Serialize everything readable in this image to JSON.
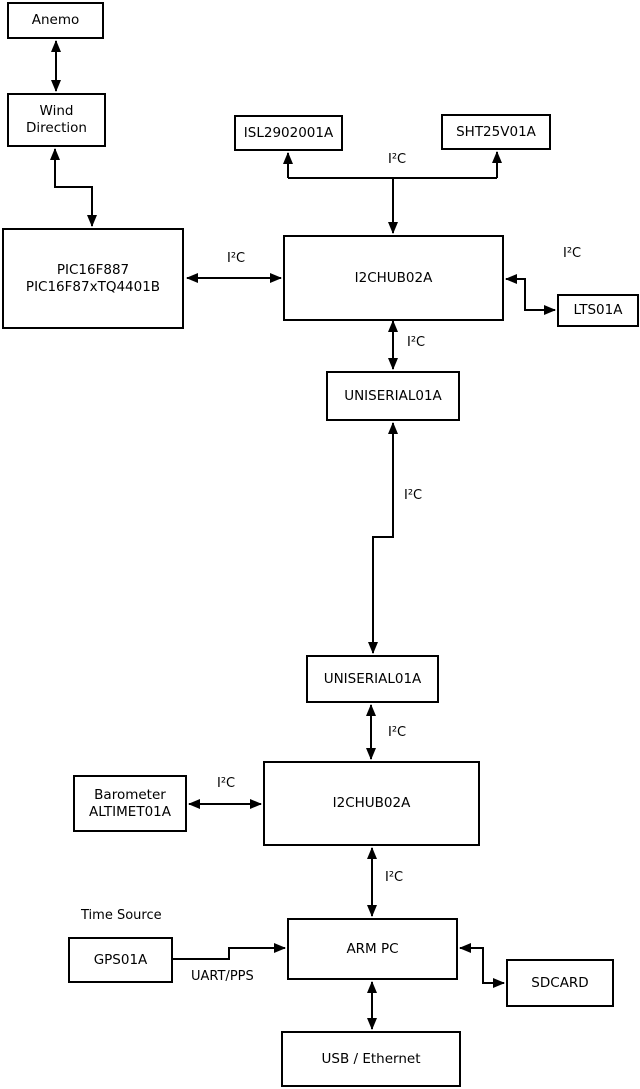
{
  "nodes": {
    "anemo": {
      "label": "Anemo"
    },
    "wind_direction": {
      "line1": "Wind",
      "line2": "Direction"
    },
    "pic": {
      "line1": "PIC16F887",
      "line2": "PIC16F87xTQ4401B"
    },
    "isl": {
      "label": "ISL2902001A"
    },
    "sht": {
      "label": "SHT25V01A"
    },
    "hub_top": {
      "label": "I2CHUB02A"
    },
    "lts": {
      "label": "LTS01A"
    },
    "uniserial_top": {
      "label": "UNISERIAL01A"
    },
    "uniserial_bottom": {
      "label": "UNISERIAL01A"
    },
    "hub_bottom": {
      "label": "I2CHUB02A"
    },
    "barometer": {
      "line1": "Barometer",
      "line2": "ALTIMET01A"
    },
    "gps": {
      "label": "GPS01A"
    },
    "arm_pc": {
      "label": "ARM PC"
    },
    "sdcard": {
      "label": "SDCARD"
    },
    "usb_ethernet": {
      "label": "USB / Ethernet"
    }
  },
  "labels": {
    "i2c": "I²C",
    "time_source": "Time Source",
    "uart_pps": "UART/PPS"
  },
  "colors": {
    "background": "#ffffff",
    "stroke": "#000000",
    "text": "#000000"
  }
}
